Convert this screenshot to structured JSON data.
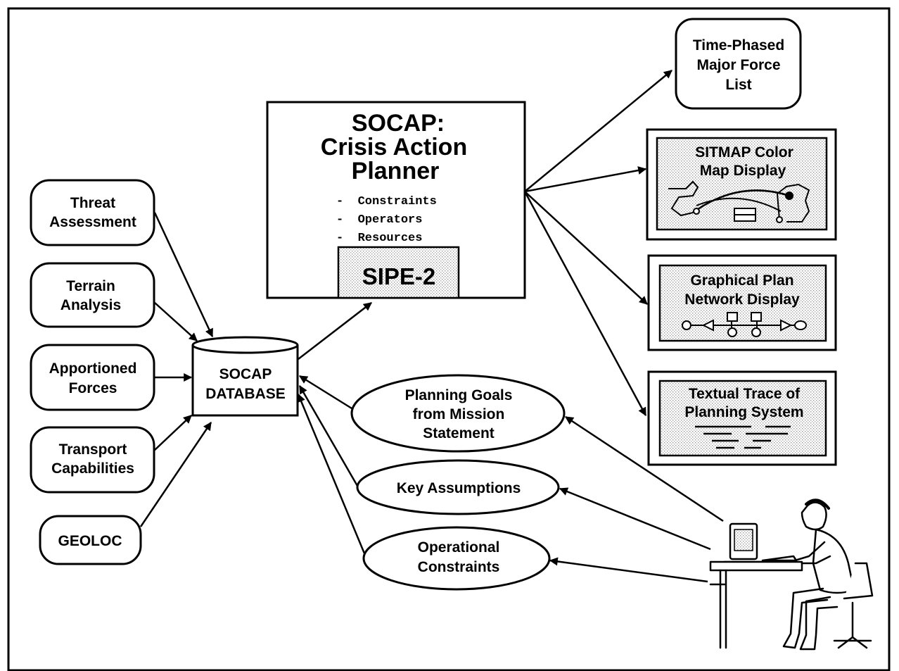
{
  "inputs": [
    {
      "lines": [
        "Threat",
        "Assessment"
      ]
    },
    {
      "lines": [
        "Terrain",
        "Analysis"
      ]
    },
    {
      "lines": [
        "Apportioned",
        "Forces"
      ]
    },
    {
      "lines": [
        "Transport",
        "Capabilities"
      ]
    },
    {
      "lines": [
        "GEOLOC"
      ]
    }
  ],
  "database": {
    "lines": [
      "SOCAP",
      "DATABASE"
    ]
  },
  "planner": {
    "title_lines": [
      "SOCAP:",
      "Crisis Action",
      "Planner"
    ],
    "features": [
      "-  Constraints",
      "-  Operators",
      "-  Resources"
    ],
    "engine": "SIPE-2"
  },
  "goals": [
    {
      "lines": [
        "Planning Goals",
        "from Mission",
        "Statement"
      ]
    },
    {
      "lines": [
        "Key Assumptions"
      ]
    },
    {
      "lines": [
        "Operational",
        "Constraints"
      ]
    }
  ],
  "outputs": [
    {
      "lines": [
        "Time-Phased",
        "Major Force",
        "List"
      ]
    },
    {
      "lines": [
        "SITMAP Color",
        "Map Display"
      ]
    },
    {
      "lines": [
        "Graphical Plan",
        "Network Display"
      ]
    },
    {
      "lines": [
        "Textual Trace of",
        "Planning System"
      ]
    }
  ],
  "icons": {
    "user": "person-at-computer-icon",
    "map": "map-sketch-icon",
    "network": "plan-network-icon",
    "trace": "text-lines-icon"
  }
}
